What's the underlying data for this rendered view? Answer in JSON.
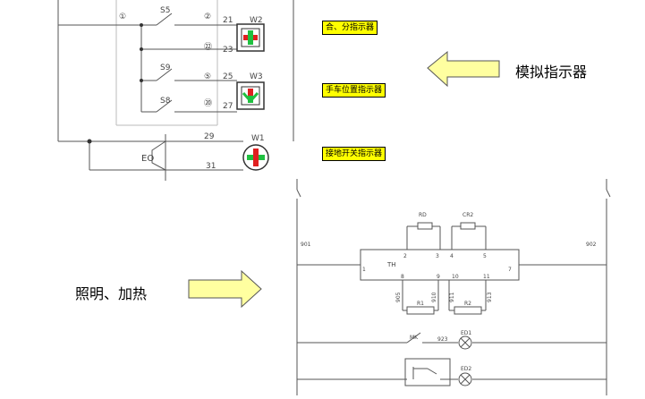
{
  "top_panel": {
    "labels": {
      "merge_split": "合、分指示器",
      "cart_position": "手车位置指示器",
      "earth_switch": "接地开关指示器",
      "simulated": "模拟指示器"
    },
    "switches": {
      "s5": "S5",
      "s9": "S9",
      "s8": "S8",
      "eo": "EO"
    },
    "indicators": {
      "w2": "W2",
      "w3": "W3",
      "w1": "W1"
    },
    "terminals": {
      "t1": "①",
      "t2": "②",
      "t22": "㉒",
      "t5": "⑤",
      "t20": "⑳",
      "n21": "21",
      "n23": "23",
      "n25": "25",
      "n27": "27",
      "n29": "29",
      "n31": "31"
    }
  },
  "bottom_panel": {
    "label": "照明、加热",
    "device": "TH",
    "wires": {
      "left": "901",
      "right": "902",
      "mid": "923"
    },
    "pins": [
      "1",
      "2",
      "3",
      "4",
      "5",
      "7",
      "8",
      "9",
      "10",
      "11"
    ],
    "resistors": {
      "r1": "R1",
      "r2": "R2",
      "rd": "RD",
      "cr2": "CR2"
    },
    "lamps": {
      "ed1": "ED1",
      "ed2": "ED2"
    },
    "switch": "MK",
    "wire_tags": [
      "905",
      "910",
      "911",
      "913"
    ]
  },
  "colors": {
    "highlight": "#ffff00",
    "arrow": "#ffffa0",
    "line": "#555555"
  }
}
